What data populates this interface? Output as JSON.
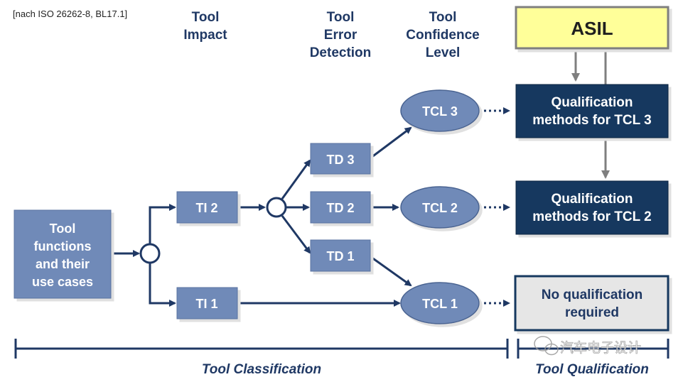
{
  "reference": "[nach ISO 26262-8, BL17.1]",
  "headers": {
    "tool_impact": [
      "Tool",
      "Impact"
    ],
    "tool_error_detection": [
      "Tool",
      "Error",
      "Detection"
    ],
    "tool_confidence_level": [
      "Tool",
      "Confidence",
      "Level"
    ]
  },
  "asil": "ASIL",
  "tool_functions": [
    "Tool",
    "functions",
    "and their",
    "use cases"
  ],
  "ti": {
    "ti2": "TI 2",
    "ti1": "TI 1"
  },
  "td": {
    "td3": "TD 3",
    "td2": "TD 2",
    "td1": "TD 1"
  },
  "tcl": {
    "tcl3": "TCL 3",
    "tcl2": "TCL 2",
    "tcl1": "TCL 1"
  },
  "qualification": {
    "tcl3": [
      "Qualification",
      "methods for TCL 3"
    ],
    "tcl2": [
      "Qualification",
      "methods for TCL 2"
    ],
    "none": [
      "No qualification",
      "required"
    ]
  },
  "footer": {
    "classification": "Tool Classification",
    "qualification": "Tool Qualification"
  },
  "watermark": "汽车电子设计",
  "colors": {
    "navy": "#1f3864",
    "box_blue": "#6f8ab8",
    "dark_box": "#17375e",
    "asil_yellow": "#ffff99",
    "grey_arrow": "#7f7f7f",
    "none_fill": "#e6e6e6"
  }
}
